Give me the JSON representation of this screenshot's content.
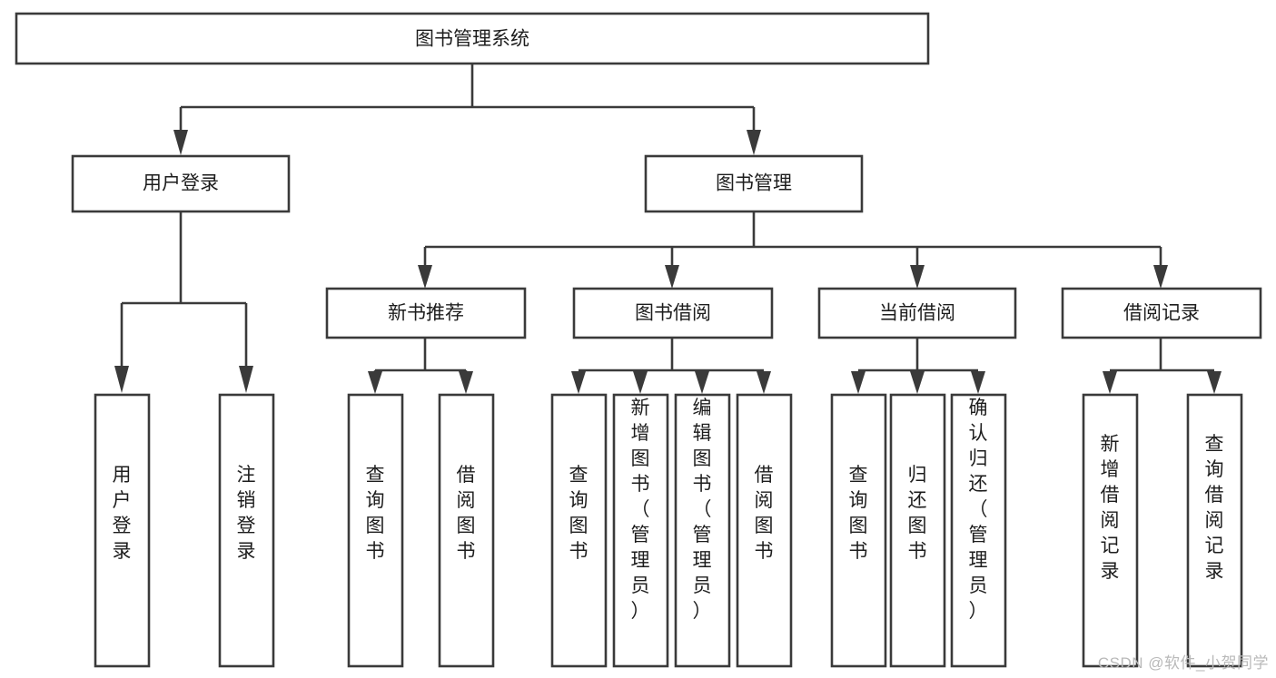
{
  "diagram": {
    "type": "tree-hierarchy",
    "title": "图书管理系统",
    "watermark": "CSDN @软件_小贺同学",
    "colors": {
      "stroke": "#3a3a3a",
      "fill": "#ffffff",
      "text": "#1d1d1d",
      "watermark": "#b9b9b9"
    },
    "root": {
      "label": "图书管理系统",
      "orientation": "horizontal"
    },
    "level2": [
      {
        "label": "用户登录",
        "orientation": "horizontal"
      },
      {
        "label": "图书管理",
        "orientation": "horizontal"
      }
    ],
    "level3": [
      {
        "label": "新书推荐",
        "orientation": "horizontal"
      },
      {
        "label": "图书借阅",
        "orientation": "horizontal"
      },
      {
        "label": "当前借阅",
        "orientation": "horizontal"
      },
      {
        "label": "借阅记录",
        "orientation": "horizontal"
      }
    ],
    "leaves": {
      "user_login": [
        {
          "label": "用户登录",
          "orientation": "vertical"
        },
        {
          "label": "注销登录",
          "orientation": "vertical"
        }
      ],
      "new_book_recommend": [
        {
          "label": "查询图书",
          "orientation": "vertical"
        },
        {
          "label": "借阅图书",
          "orientation": "vertical"
        }
      ],
      "book_borrow": [
        {
          "label": "查询图书",
          "orientation": "vertical"
        },
        {
          "label": "新增图书（管理员）",
          "orientation": "vertical"
        },
        {
          "label": "编辑图书（管理员）",
          "orientation": "vertical"
        },
        {
          "label": "借阅图书",
          "orientation": "vertical"
        }
      ],
      "current_borrow": [
        {
          "label": "查询图书",
          "orientation": "vertical"
        },
        {
          "label": "归还图书",
          "orientation": "vertical"
        },
        {
          "label": "确认归还（管理员）",
          "orientation": "vertical"
        }
      ],
      "borrow_record": [
        {
          "label": "新增借阅记录",
          "orientation": "vertical"
        },
        {
          "label": "查询借阅记录",
          "orientation": "vertical"
        }
      ]
    }
  }
}
